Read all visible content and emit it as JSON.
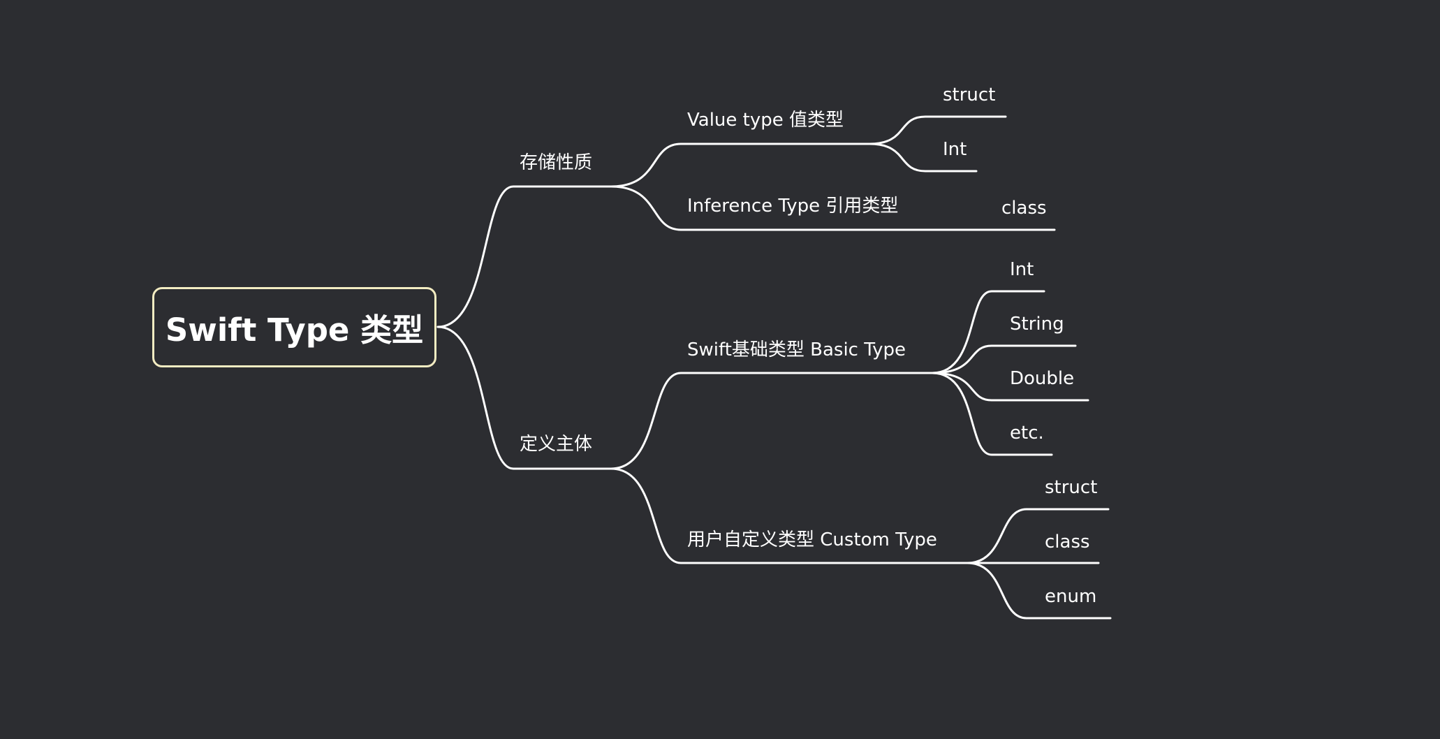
{
  "root": {
    "label": "Swift Type 类型"
  },
  "branches": [
    {
      "label": "存储性质",
      "children": [
        {
          "label": "Value type 值类型",
          "children": [
            "struct",
            "Int"
          ]
        },
        {
          "label": "Inference Type 引用类型",
          "children": [
            "class"
          ]
        }
      ]
    },
    {
      "label": "定义主体",
      "children": [
        {
          "label": "Swift基础类型 Basic Type",
          "children": [
            "Int",
            "String",
            "Double",
            "etc."
          ]
        },
        {
          "label": "用户自定义类型 Custom Type",
          "children": [
            "struct",
            "class",
            "enum"
          ]
        }
      ]
    }
  ],
  "colors": {
    "background": "#2c2d31",
    "line": "#ffffff",
    "text": "#ffffff",
    "root_border": "#f3ecc2"
  }
}
